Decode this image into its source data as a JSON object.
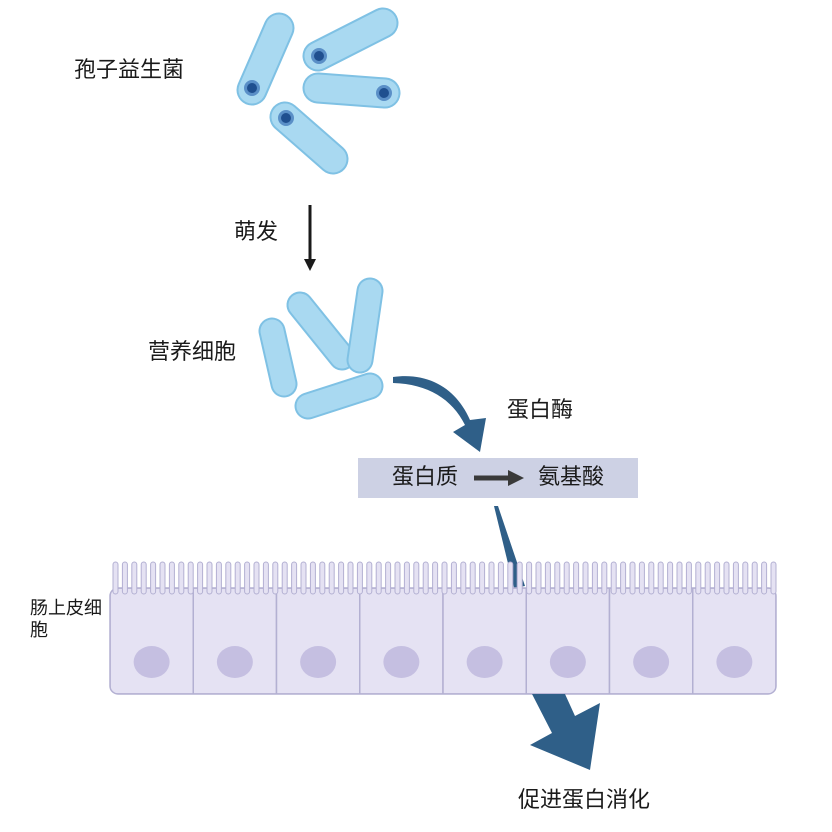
{
  "labels": {
    "spore_probiotic": "孢子益生菌",
    "germination": "萌发",
    "vegetative_cell": "营养细胞",
    "protease": "蛋白酶",
    "intestinal_epithelial_cell": "肠上皮细胞",
    "promote_protein_digestion": "促进蛋白消化"
  },
  "reaction": {
    "substrate": "蛋白质",
    "product": "氨基酸"
  },
  "colors": {
    "bacterium_fill": "#a9d9f1",
    "bacterium_stroke": "#7fc1e4",
    "spore_core": "#1f4f8f",
    "flow_arrow": "#2f5f88",
    "reaction_box": "#cdd1e4",
    "cell_fill": "#e5e2f3",
    "cell_stroke": "#b3b0d2",
    "nucleus": "#c5bfe1"
  }
}
